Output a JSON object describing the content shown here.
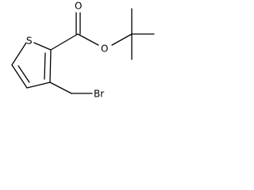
{
  "atoms": {
    "sulfur": "S",
    "carbonyl_oxygen": "O",
    "ester_oxygen": "O",
    "bromine": "Br"
  },
  "colors": {
    "background": "#ffffff",
    "ink": "#000000"
  }
}
